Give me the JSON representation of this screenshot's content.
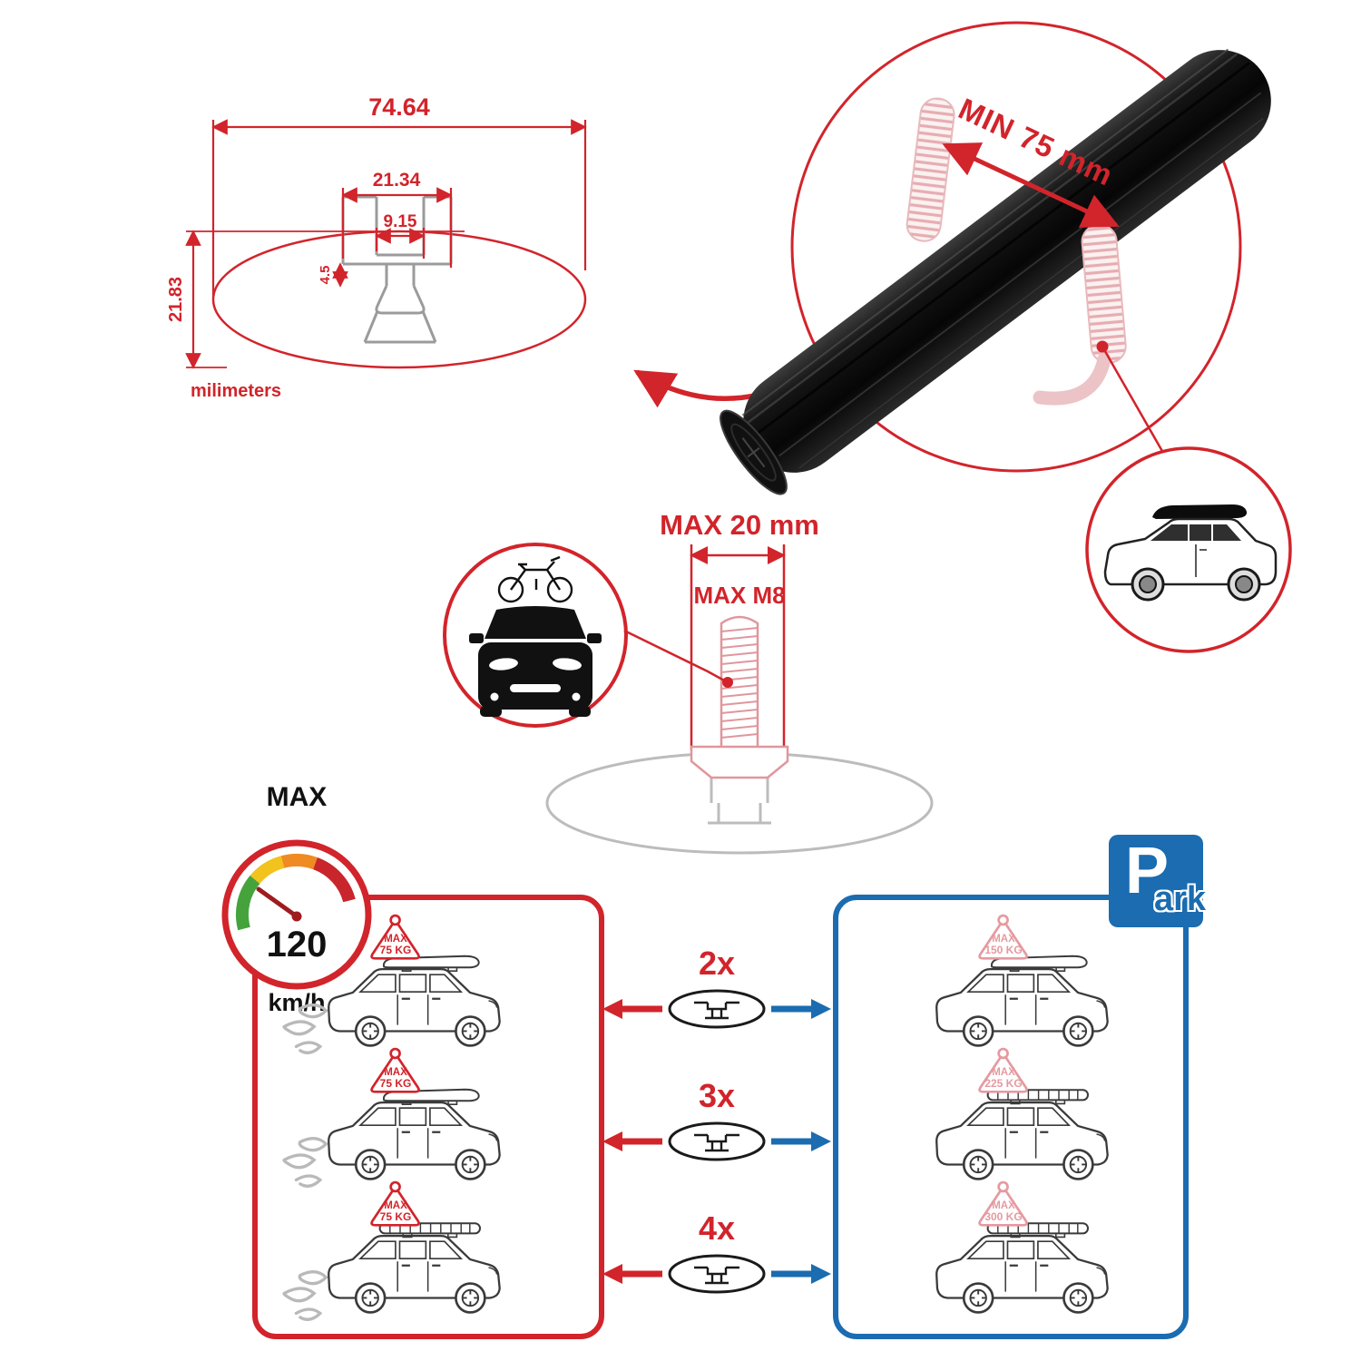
{
  "colors": {
    "accent_red": "#d2242b",
    "accent_blue": "#1b6cb0",
    "faded_pink": "#e59aa0",
    "profile_gray": "#9b9b9b",
    "bar_black": "#111111"
  },
  "profile_drawing": {
    "total_width_mm": "74.64",
    "channel_outer_width_mm": "21.34",
    "channel_inner_width_mm": "9.15",
    "lip_depth_mm": "4.5",
    "total_height_mm": "21.83",
    "units_label": "milimeters"
  },
  "bar_closeup": {
    "min_span_label": "MIN 75 mm"
  },
  "bolt_closeup": {
    "max_width_label": "MAX 20 mm",
    "max_thread_label": "MAX M8"
  },
  "speed_gauge": {
    "title": "MAX",
    "value": "120",
    "unit": "km/h"
  },
  "parking_sign": {
    "letter": "P",
    "suffix": "ark"
  },
  "driving_rows": [
    {
      "tag_label": "MAX",
      "tag_value": "75 KG"
    },
    {
      "tag_label": "MAX",
      "tag_value": "75 KG"
    },
    {
      "tag_label": "MAX",
      "tag_value": "75 KG"
    }
  ],
  "bar_count_rows": [
    {
      "count": "2x"
    },
    {
      "count": "3x"
    },
    {
      "count": "4x"
    }
  ],
  "parked_rows": [
    {
      "tag_label": "MAX",
      "tag_value": "150 KG"
    },
    {
      "tag_label": "MAX",
      "tag_value": "225 KG"
    },
    {
      "tag_label": "MAX",
      "tag_value": "300 KG"
    }
  ],
  "icons": {
    "speed_gauge": "speedometer-icon",
    "parking": "parking-sign-icon",
    "car_with_bike": "car-front-with-bike-icon",
    "suv_with_roofbox": "suv-roofbox-icon",
    "crossbar_section": "crossbar-cross-section-icon"
  }
}
